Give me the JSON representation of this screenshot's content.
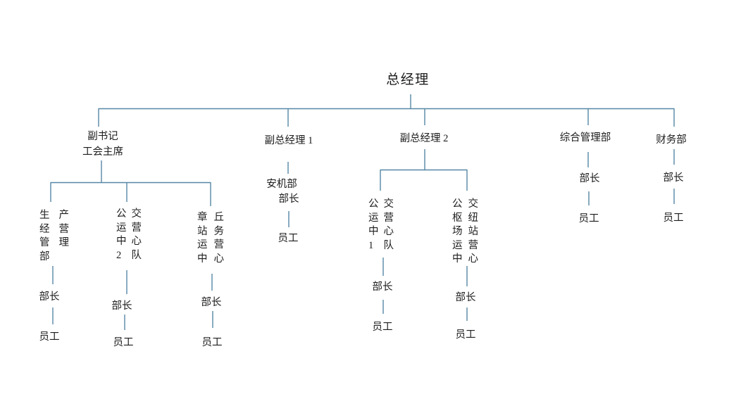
{
  "diagram": {
    "type": "org-chart",
    "line_color": "#5687a6",
    "root": {
      "label": "总经理"
    },
    "level1": {
      "deputy_secretary": {
        "line1": "副书记",
        "line2": "工会主席"
      },
      "deputy_gm1": {
        "label": "副总经理 1"
      },
      "deputy_gm2": {
        "label": "副总经理 2"
      },
      "general_admin": {
        "label": "综合管理部"
      },
      "finance": {
        "label": "财务部"
      }
    },
    "sub_labels": {
      "chief": "部长",
      "staff": "员工"
    },
    "departments": {
      "production": {
        "lines": [
          "生产",
          "经营",
          "管理",
          "部"
        ]
      },
      "bus_ops_team2": {
        "lines": [
          "公交",
          "运营",
          "中心",
          "2队"
        ]
      },
      "zhangqiu_station": {
        "lines": [
          "章丘",
          "站务",
          "运营",
          "中心"
        ]
      },
      "anji": {
        "name": "安机部",
        "chief": "部长"
      },
      "bus_ops_team1": {
        "lines": [
          "公交",
          "运营",
          "中心",
          "1队"
        ]
      },
      "hub_station": {
        "lines": [
          "公交",
          "枢纽",
          "场站",
          "运营",
          "中心"
        ]
      }
    }
  }
}
